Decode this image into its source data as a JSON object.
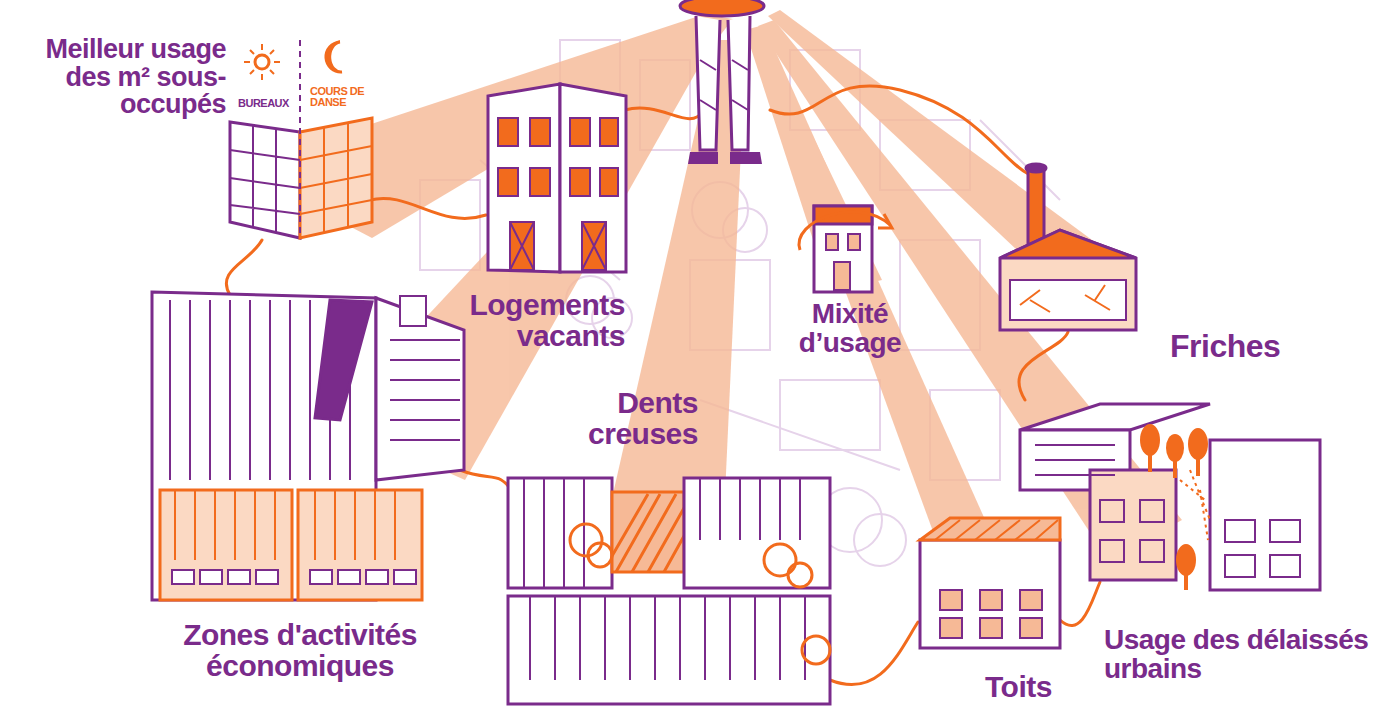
{
  "diagram": {
    "labels": [
      "BUREAUX",
      "COURS DE DANSE",
      "Meilleur usage des m² sous-occupés",
      "Logements vacants",
      "Mixité d’usage",
      "Dents creuses",
      "Friches",
      "Zones d'activités économiques",
      "Toits",
      "Usage des délaissés urbains"
    ]
  }
}
